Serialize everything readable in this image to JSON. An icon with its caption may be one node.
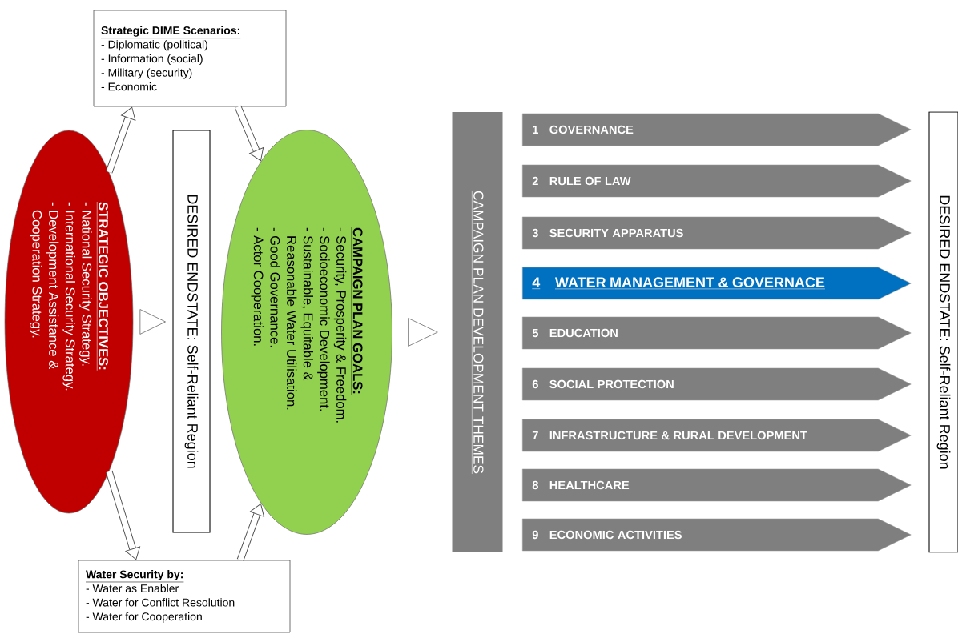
{
  "diagram": {
    "nodes": [
      {
        "text": [
          "Strategic DIME Scenarios:",
          "- Diplomatic (political)",
          "- Information (social)",
          "- Military (security)",
          "- Economic"
        ]
      },
      {
        "text": [
          "STRATEGIC OBJECTIVES:",
          "- National Security Strategy.",
          "- International Security Strategy.",
          "- Development Assistance & Cooperation Strategy."
        ]
      },
      {
        "text": [
          "DESIRED ENDSTATE: Self-Reliant Region"
        ]
      },
      {
        "text": [
          "CAMPAIGN PLAN GOALS:",
          "- Security, Prosperity & Freedom.",
          "- Socioeconomic Development.",
          "- Sustainable, Equitable & Reasonable Water Utilisation.",
          "- Good Governance.",
          "- Actor Cooperation."
        ]
      },
      {
        "text": [
          "Water Security by:",
          "- Water as Enabler",
          "- Water for Conflict Resolution",
          "- Water for Cooperation"
        ]
      },
      {
        "text": [
          "CAMPAIGN PLAN DEVELOPMENT THEMES"
        ]
      },
      {
        "text": [
          "1",
          "GOVERNANCE"
        ]
      },
      {
        "text": [
          "2",
          "RULE OF LAW"
        ]
      },
      {
        "text": [
          "3",
          "SECURITY APPARATUS"
        ]
      },
      {
        "text": [
          "4",
          "WATER MANAGEMENT & GOVERNACE"
        ]
      },
      {
        "text": [
          "5",
          "EDUCATION"
        ]
      },
      {
        "text": [
          "6",
          "SOCIAL PROTECTION"
        ]
      },
      {
        "text": [
          "7",
          "INFRASTRUCTURE & RURAL DEVELOPMENT"
        ]
      },
      {
        "text": [
          "8",
          "HEALTHCARE"
        ]
      },
      {
        "text": [
          "9",
          "ECONOMIC ACTIVITIES"
        ]
      },
      {
        "text": [
          "DESIRED ENDSTATE: Self-Reliant Region"
        ]
      }
    ],
    "edges": [
      {
        "from": 1,
        "to": 0,
        "arrow": "to"
      },
      {
        "from": 0,
        "to": 3,
        "arrow": "to"
      },
      {
        "from": 1,
        "to": 4,
        "arrow": "to"
      },
      {
        "from": 4,
        "to": 3,
        "arrow": "to"
      },
      {
        "from": 1,
        "to": 2,
        "arrow": "to"
      },
      {
        "from": 3,
        "to": 5,
        "arrow": "to"
      }
    ]
  }
}
